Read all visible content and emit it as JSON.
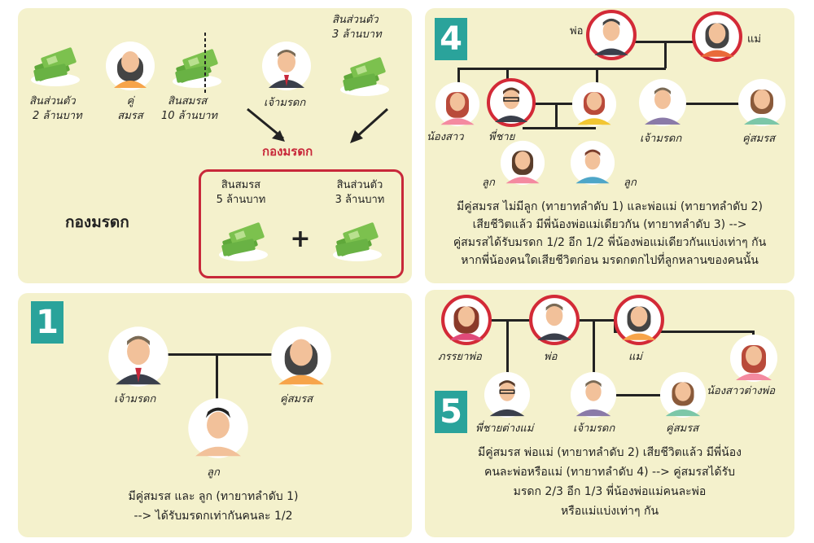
{
  "panel_top": {
    "own_left_line1": "สินส่วนตัว",
    "own_left_line2": "2 ล้านบาท",
    "spouse_line1": "คู่",
    "spouse_line2": "สมรส",
    "marital_line1": "สินสมรส",
    "marital_line2": "10 ล้านบาท",
    "deceased_label": "เจ้ามรดก",
    "own_right_line1": "สินส่วนตัว",
    "own_right_line2": "3 ล้านบาท",
    "estate_red_title": "กองมรดก",
    "estate_big_label": "กองมรดก",
    "box_left_line1": "สินสมรส",
    "box_left_line2": "5 ล้านบาท",
    "box_plus": "+",
    "box_right_line1": "สินส่วนตัว",
    "box_right_line2": "3 ล้านบาท"
  },
  "panel1": {
    "number": "1",
    "deceased": "เจ้ามรดก",
    "spouse": "คู่สมรส",
    "child": "ลูก",
    "text_line1": "มีคู่สมรส และ ลูก (ทายาทลำดับ 1)",
    "text_line2": "--> ได้รับมรดกเท่ากันคนละ 1/2"
  },
  "panel4": {
    "number": "4",
    "father": "พ่อ",
    "mother": "แม่",
    "sister": "น้องสาว",
    "brother": "พี่ชาย",
    "deceased": "เจ้ามรดก",
    "spouse": "คู่สมรส",
    "child1": "ลูก",
    "child2": "ลูก",
    "text_line1": "มีคู่สมรส ไม่มีลูก (ทายาทลำดับ 1) และพ่อแม่ (ทายาทลำดับ 2)",
    "text_line2": "เสียชีวิตแล้ว มีพี่น้องพ่อแม่เดียวกัน (ทายาทลำดับ 3) -->",
    "text_line3": "คู่สมรสได้รับมรดก 1/2 อีก 1/2 พี่น้องพ่อแม่เดียวกันแบ่งเท่าๆ กัน",
    "text_line4": "หากพี่น้องคนใดเสียชีวิตก่อน มรดกตกไปที่ลูกหลานของคนนั้น"
  },
  "panel5": {
    "number": "5",
    "stepmother": "ภรรยาพ่อ",
    "father": "พ่อ",
    "mother": "แม่",
    "aunt": "น้องสาวต่างพ่อ",
    "half_brother": "พี่ชายต่างแม่",
    "deceased": "เจ้ามรดก",
    "spouse": "คู่สมรส",
    "text_line1": "มีคู่สมรส พ่อแม่ (ทายาทลำดับ 2) เสียชีวิตแล้ว มีพี่น้อง",
    "text_line2": "คนละพ่อหรือแม่ (ทายาทลำดับ 4) --> คู่สมรสได้รับ",
    "text_line3": "มรดก 2/3 อีก 1/3 พี่น้องพ่อแม่คนละพ่อ",
    "text_line4": "หรือแม่แบ่งเท่าๆ กัน"
  },
  "colors": {
    "panel_bg": "#f4f1cc",
    "accent_teal": "#2aa39b",
    "deceased_ring": "#d32a37",
    "estate_red": "#c8283a",
    "money_green": "#7cc14e"
  }
}
